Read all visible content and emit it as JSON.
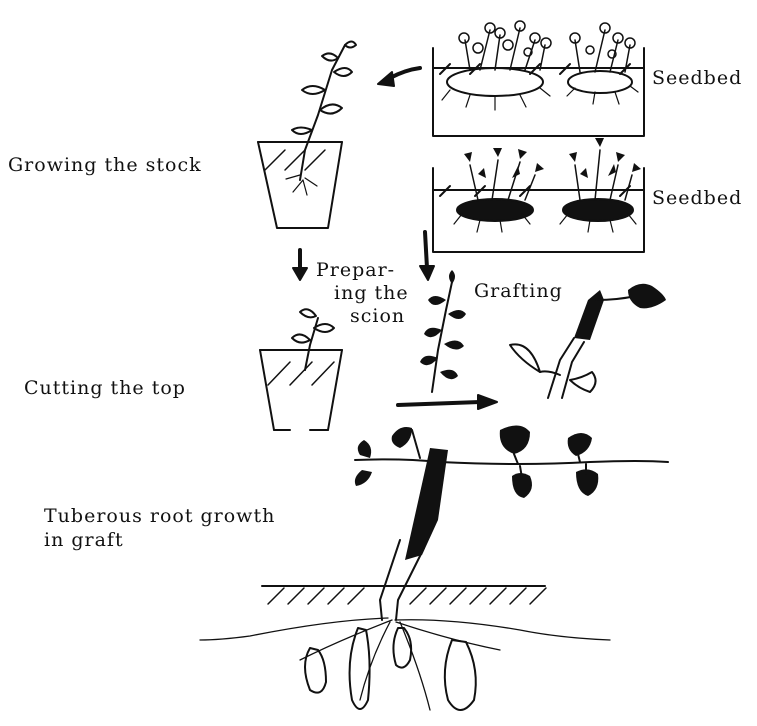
{
  "labels": {
    "seedbed_top": "Seedbed",
    "seedbed_bottom": "Seedbed",
    "growing_stock": "Growing the stock",
    "cutting_top": "Cutting the top",
    "preparing_1": "Prepar-",
    "preparing_2": "ing the",
    "preparing_3": "scion",
    "grafting": "Grafting",
    "tuberous_1": "Tuberous root growth",
    "tuberous_2": "in graft"
  },
  "colors": {
    "ink": "#111111",
    "paper": "#ffffff"
  }
}
